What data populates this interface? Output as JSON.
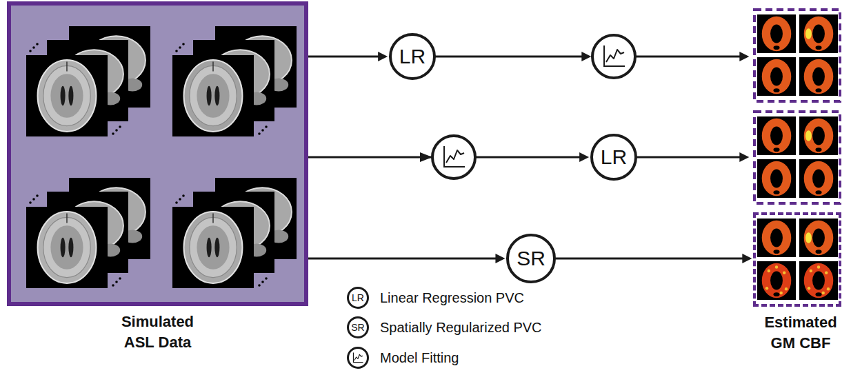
{
  "diagram": {
    "nodes": [
      {
        "text": [
          "Simulated ASL Data"
        ]
      },
      {
        "text": [
          "LR"
        ]
      },
      {
        "text": [
          "LR"
        ]
      },
      {
        "text": [
          "SR"
        ]
      },
      {
        "text": [
          "Estimated GM CBF"
        ]
      }
    ],
    "edges": [
      {
        "from": 0,
        "to": 1,
        "arrow": "to"
      },
      {
        "from": 0,
        "to": 2,
        "arrow": "to"
      },
      {
        "from": 0,
        "to": 3,
        "arrow": "to"
      },
      {
        "from": 3,
        "to": 4,
        "arrow": "to"
      }
    ],
    "labels": [
      "LR",
      "SR"
    ],
    "legend": [
      {
        "text": "Linear Regression PVC"
      },
      {
        "text": "Spatially Regularized PVC"
      },
      {
        "text": "Model Fitting"
      }
    ]
  }
}
